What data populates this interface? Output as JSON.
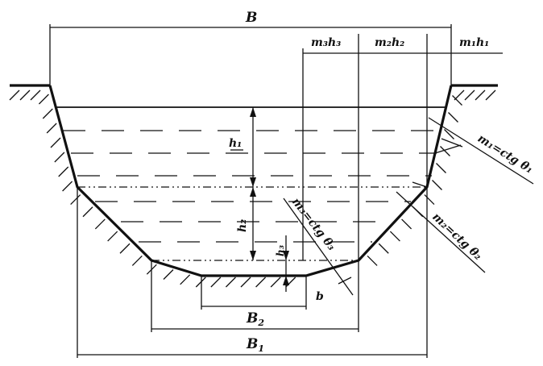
{
  "labels": {
    "B": "B",
    "B1": "B",
    "B1_sub": "1",
    "B2": "B",
    "B2_sub": "2",
    "m3h3": "m₃h₃",
    "m2h2": "m₂h₂",
    "m1h1": "m₁h₁",
    "h1": "h₁",
    "h2": "h₂",
    "h3": "h₃",
    "b": "b",
    "m1": "m₁=ctg θ₁",
    "m2": "m₂=ctg θ₂",
    "m3": "m₃=ctg θ₃"
  }
}
